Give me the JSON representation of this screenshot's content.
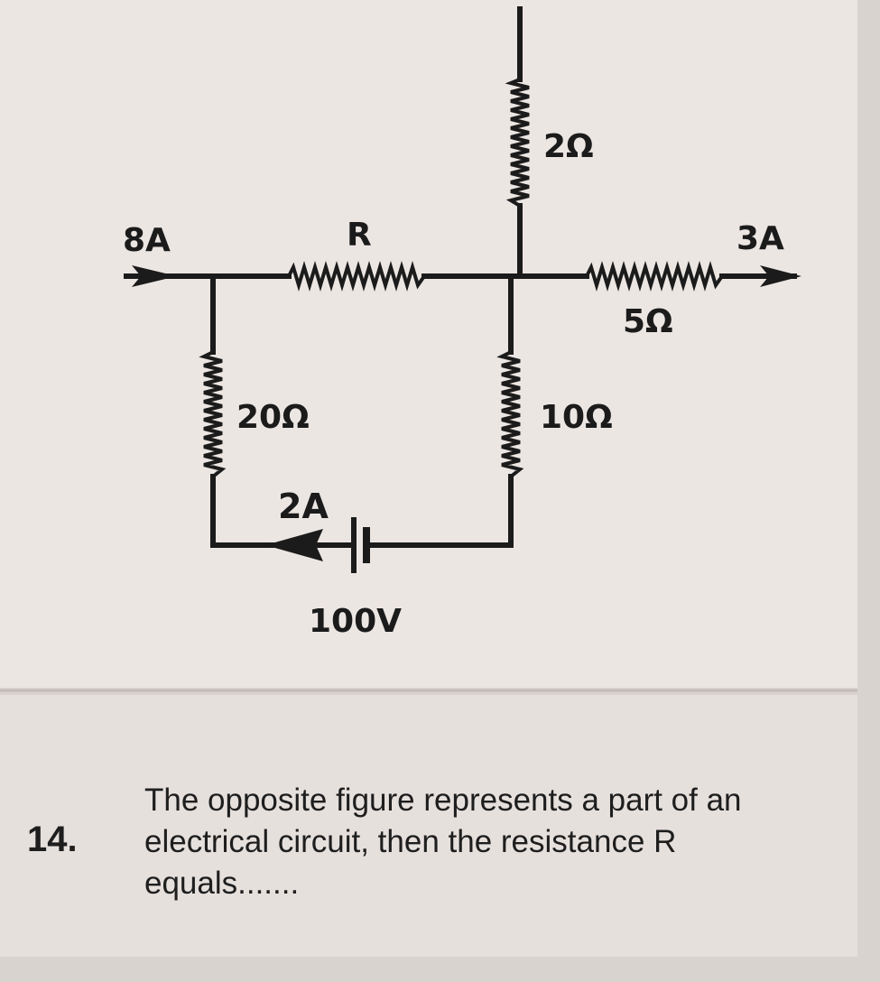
{
  "circuit": {
    "labels": {
      "current_in": "8A",
      "resistor_r": "R",
      "current_out": "3A",
      "resistor_top": "2Ω",
      "resistor_right": "5Ω",
      "resistor_left": "20Ω",
      "resistor_middle": "10Ω",
      "current_battery": "2A",
      "battery_voltage": "100V"
    }
  },
  "question": {
    "number": "14.",
    "text": "The opposite figure represents a part of an electrical circuit, then the resistance R equals......."
  },
  "colors": {
    "paper": "#ece6e3",
    "ink": "#1b1b1b",
    "background": "#d9d3d0"
  }
}
